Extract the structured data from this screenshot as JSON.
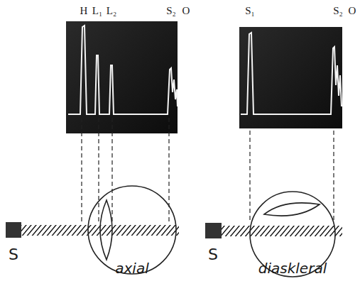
{
  "diagram": {
    "labels": [
      "H",
      "L₁",
      "L₂",
      "S₂",
      "O",
      "S₁",
      "S₂",
      "O",
      "S",
      "axial",
      "S",
      "diaskleral"
    ]
  }
}
